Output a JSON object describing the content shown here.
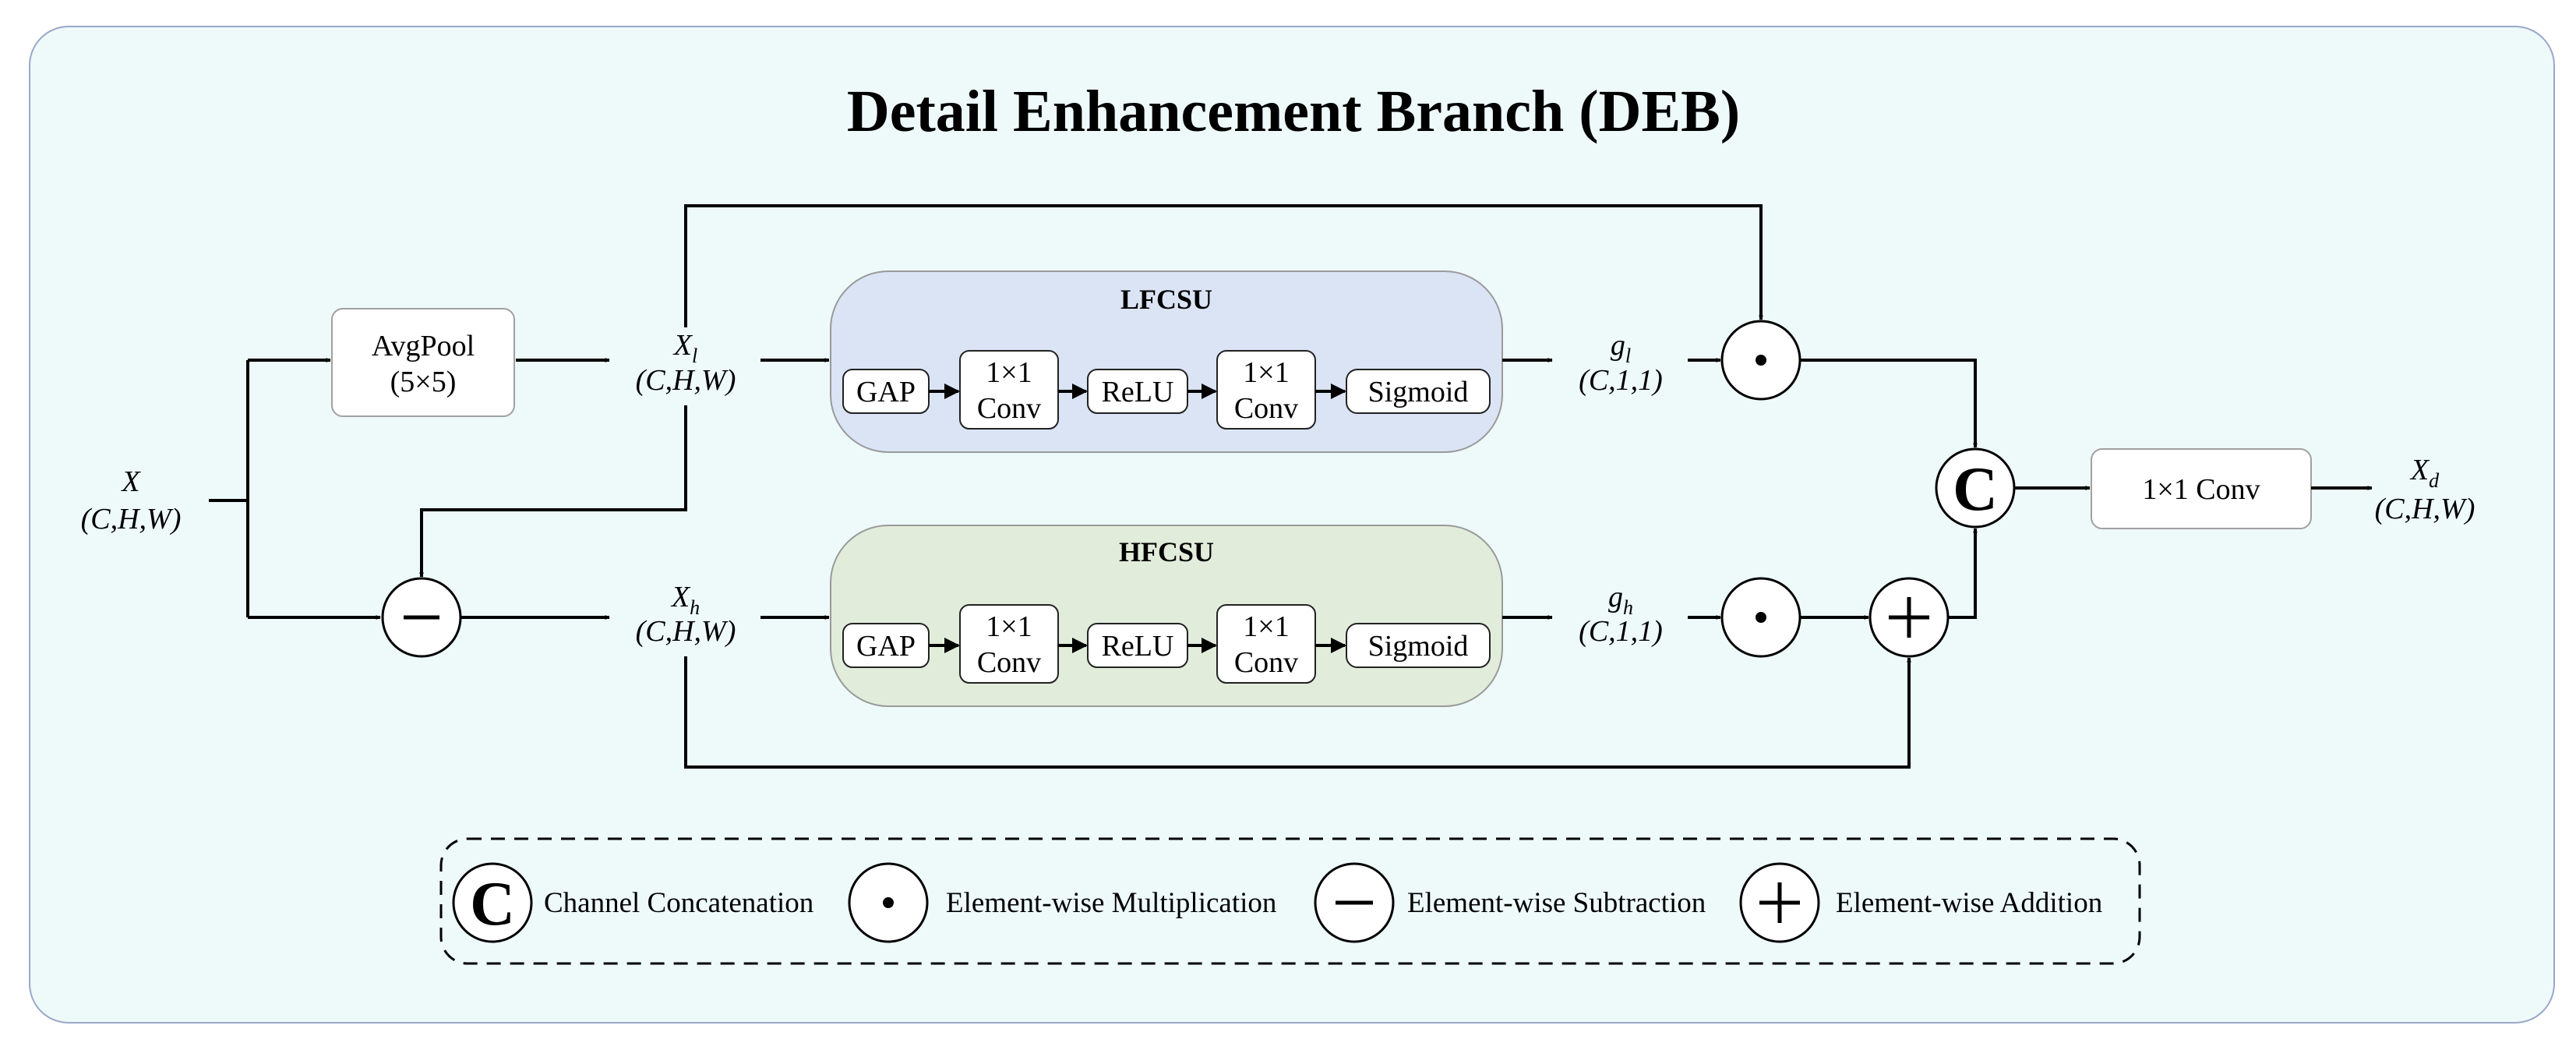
{
  "title": "Detail Enhancement Branch (DEB)",
  "input": {
    "var": "X",
    "shape": "(C,H,W)"
  },
  "avgpool": {
    "line1": "AvgPool",
    "line2": "(5×5)"
  },
  "xl": {
    "var": "X",
    "sub": "l",
    "shape": "(C,H,W)"
  },
  "xh": {
    "var": "X",
    "sub": "h",
    "shape": "(C,H,W)"
  },
  "lfcsu": {
    "title": "LFCSU",
    "gap": "GAP",
    "conv1_l1": "1×1",
    "conv1_l2": "Conv",
    "relu": "ReLU",
    "conv2_l1": "1×1",
    "conv2_l2": "Conv",
    "sigmoid": "Sigmoid"
  },
  "hfcsu": {
    "title": "HFCSU",
    "gap": "GAP",
    "conv1_l1": "1×1",
    "conv1_l2": "Conv",
    "relu": "ReLU",
    "conv2_l1": "1×1",
    "conv2_l2": "Conv",
    "sigmoid": "Sigmoid"
  },
  "gl": {
    "var": "g",
    "sub": "l",
    "shape": "(C,1,1)"
  },
  "gh": {
    "var": "g",
    "sub": "h",
    "shape": "(C,1,1)"
  },
  "ops": {
    "mult": "•",
    "sub": "−",
    "add": "+",
    "concat": "C"
  },
  "final_conv": "1×1 Conv",
  "output": {
    "var": "X",
    "sub": "d",
    "shape": "(C,H,W)"
  },
  "legend": {
    "concat": "Channel Concatenation",
    "mult": "Element-wise Multiplication",
    "sub": "Element-wise Subtraction",
    "add": "Element-wise Addition"
  },
  "colors": {
    "background": "#eef9fa",
    "lfcsu_fill": "#dae4f5",
    "hfcsu_fill": "#e2ecdb",
    "line": "#000000"
  }
}
